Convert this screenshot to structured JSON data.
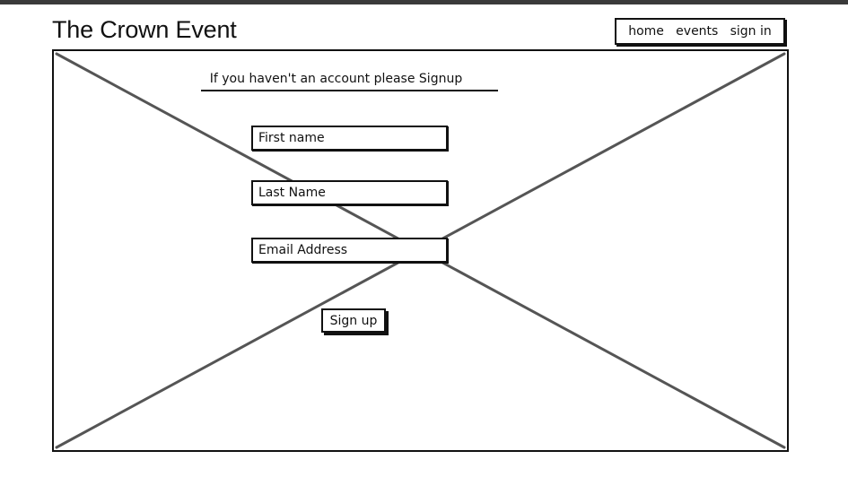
{
  "site": {
    "title": "The Crown Event"
  },
  "nav": {
    "items": [
      "home",
      "events",
      "sign in"
    ]
  },
  "form": {
    "heading": "If you haven't  an account please Signup",
    "first_name_placeholder": "First name",
    "last_name_placeholder": "Last Name",
    "email_placeholder": "Email Address",
    "submit_label": "Sign up"
  },
  "colors": {
    "ink": "#111111",
    "placeholder_cross": "#555555",
    "top_bar": "#3a3a3a",
    "background": "#ffffff"
  }
}
